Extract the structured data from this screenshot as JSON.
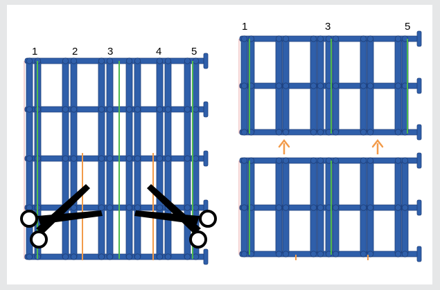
{
  "figure": {
    "background": "#e6e7e8",
    "panel_color": "#ffffff",
    "colors": {
      "lattice": "#2f5faa",
      "lattice_dark": "#1e3f7a",
      "green_line": "#4db84d",
      "orange_line": "#f29b4a",
      "scissors": "#000000"
    }
  },
  "left_panel": {
    "labels": [
      "1",
      "2",
      "3",
      "4",
      "5"
    ],
    "green_lines": 3,
    "cut_lines": 2,
    "scissors": 2
  },
  "right_top": {
    "labels": [
      "1",
      "3",
      "5"
    ]
  },
  "right_bottom": {
    "arrows": 2,
    "arrow_icon": "arrow-up-icon"
  }
}
